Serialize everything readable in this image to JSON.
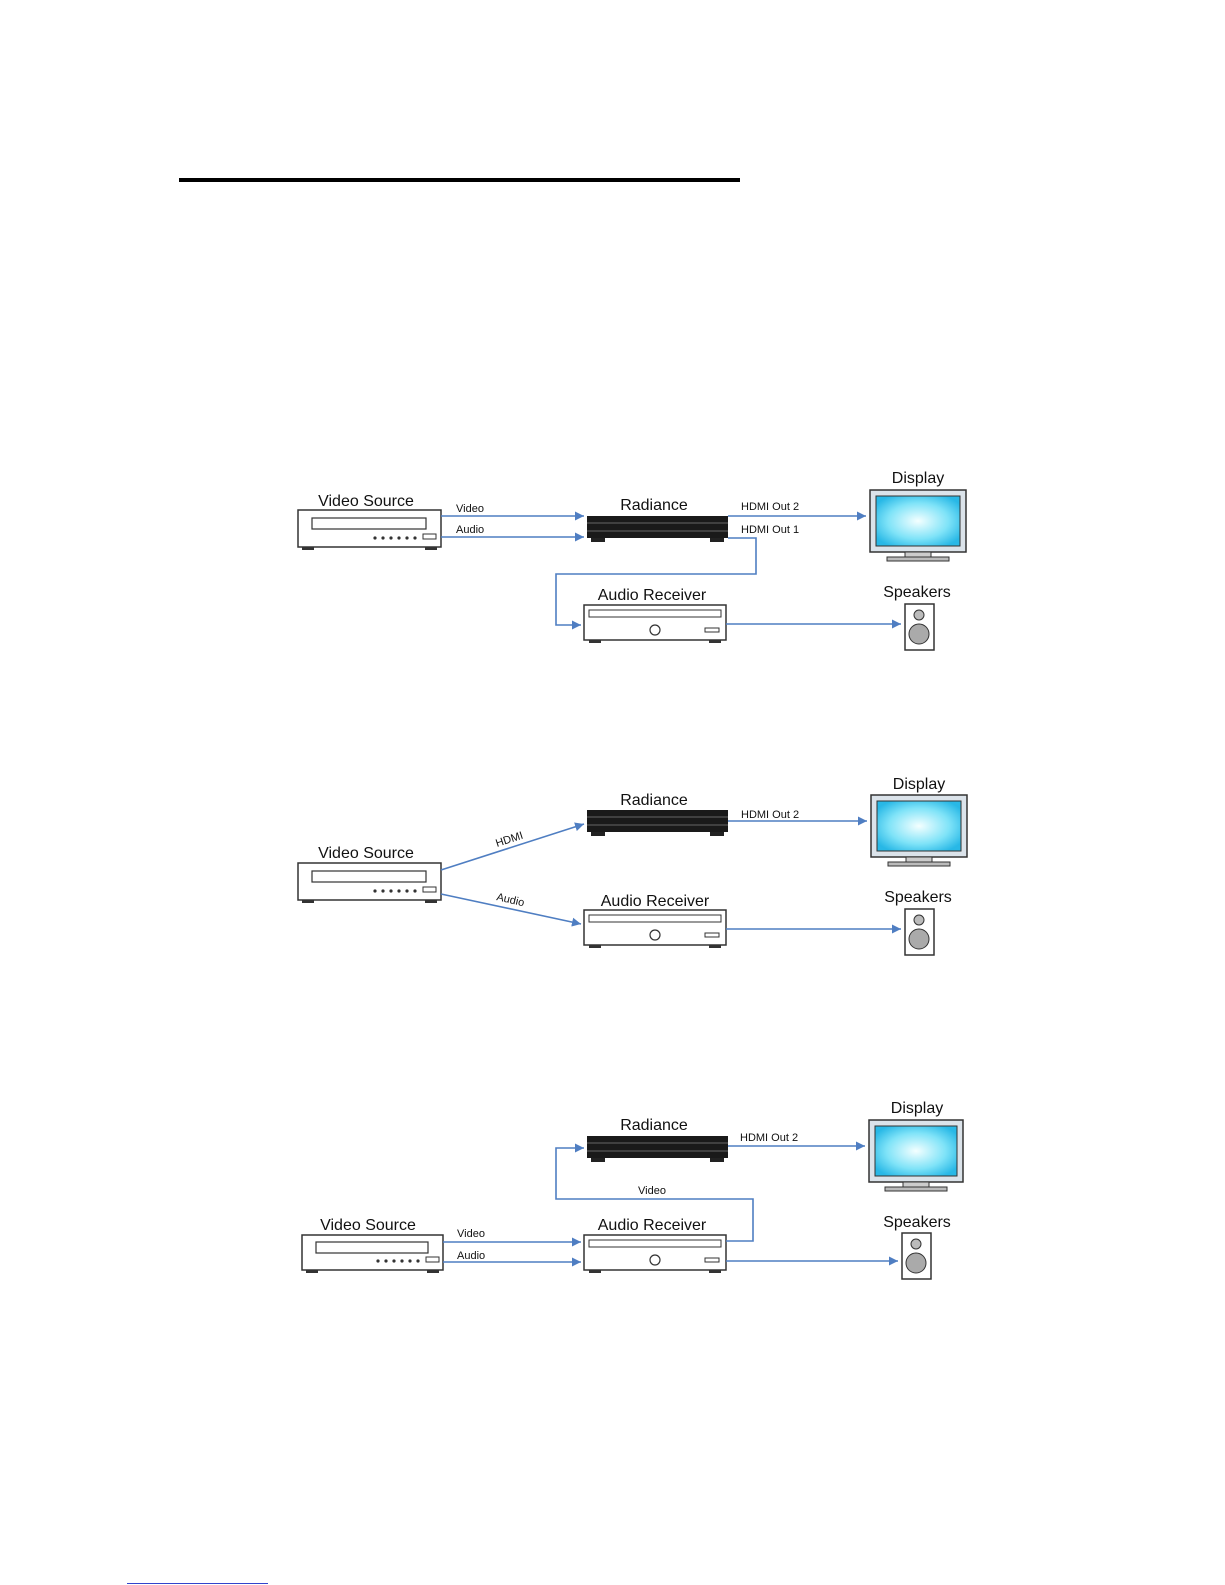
{
  "diagrams": [
    {
      "devices": {
        "source": "Video Source",
        "radiance": "Radiance",
        "display": "Display",
        "receiver": "Audio Receiver",
        "speakers": "Speakers"
      },
      "connections": {
        "video": "Video",
        "audio": "Audio",
        "hdmi_out_2": "HDMI Out 2",
        "hdmi_out_1": "HDMI Out 1"
      }
    },
    {
      "devices": {
        "source": "Video Source",
        "radiance": "Radiance",
        "display": "Display",
        "receiver": "Audio Receiver",
        "speakers": "Speakers"
      },
      "connections": {
        "hdmi": "HDMI",
        "audio": "Audio",
        "hdmi_out_2": "HDMI Out 2"
      }
    },
    {
      "devices": {
        "source": "Video Source",
        "radiance": "Radiance",
        "display": "Display",
        "receiver": "Audio Receiver",
        "speakers": "Speakers"
      },
      "connections": {
        "video_in": "Video",
        "audio_in": "Audio",
        "video_loop": "Video",
        "hdmi_out_2": "HDMI Out 2"
      }
    }
  ]
}
